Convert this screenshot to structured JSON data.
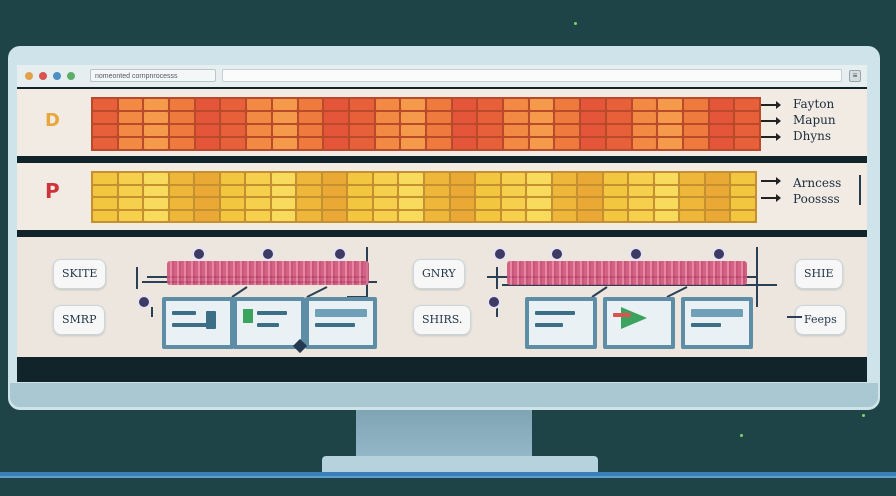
{
  "toolbar": {
    "url_text": "nomeonted cornpnrocesss",
    "window_button": "≡"
  },
  "panel_top": {
    "badge": "D",
    "labels": [
      "Fayton",
      "Mapun",
      "Dhyns"
    ]
  },
  "panel_middle": {
    "badge": "P",
    "labels": [
      "Arncess",
      "Poossss"
    ]
  },
  "panel_bottom": {
    "pills_left": [
      "SKITE",
      "SMRP"
    ],
    "pills_center": [
      "GNRY",
      "SHIRS."
    ],
    "pills_right": [
      "SHIE",
      "Feeps"
    ]
  },
  "colors": {
    "heat_top": [
      "#e8603a",
      "#ef7a3e",
      "#f28a43",
      "#e5553a",
      "#f59a4b"
    ],
    "heat_middle": [
      "#f3c640",
      "#efb73a",
      "#f6d04d",
      "#eaa935",
      "#f8da5c"
    ]
  },
  "icons": [
    "browser-dot-icon",
    "window-menu-icon",
    "node-icon",
    "arrow-icon"
  ]
}
